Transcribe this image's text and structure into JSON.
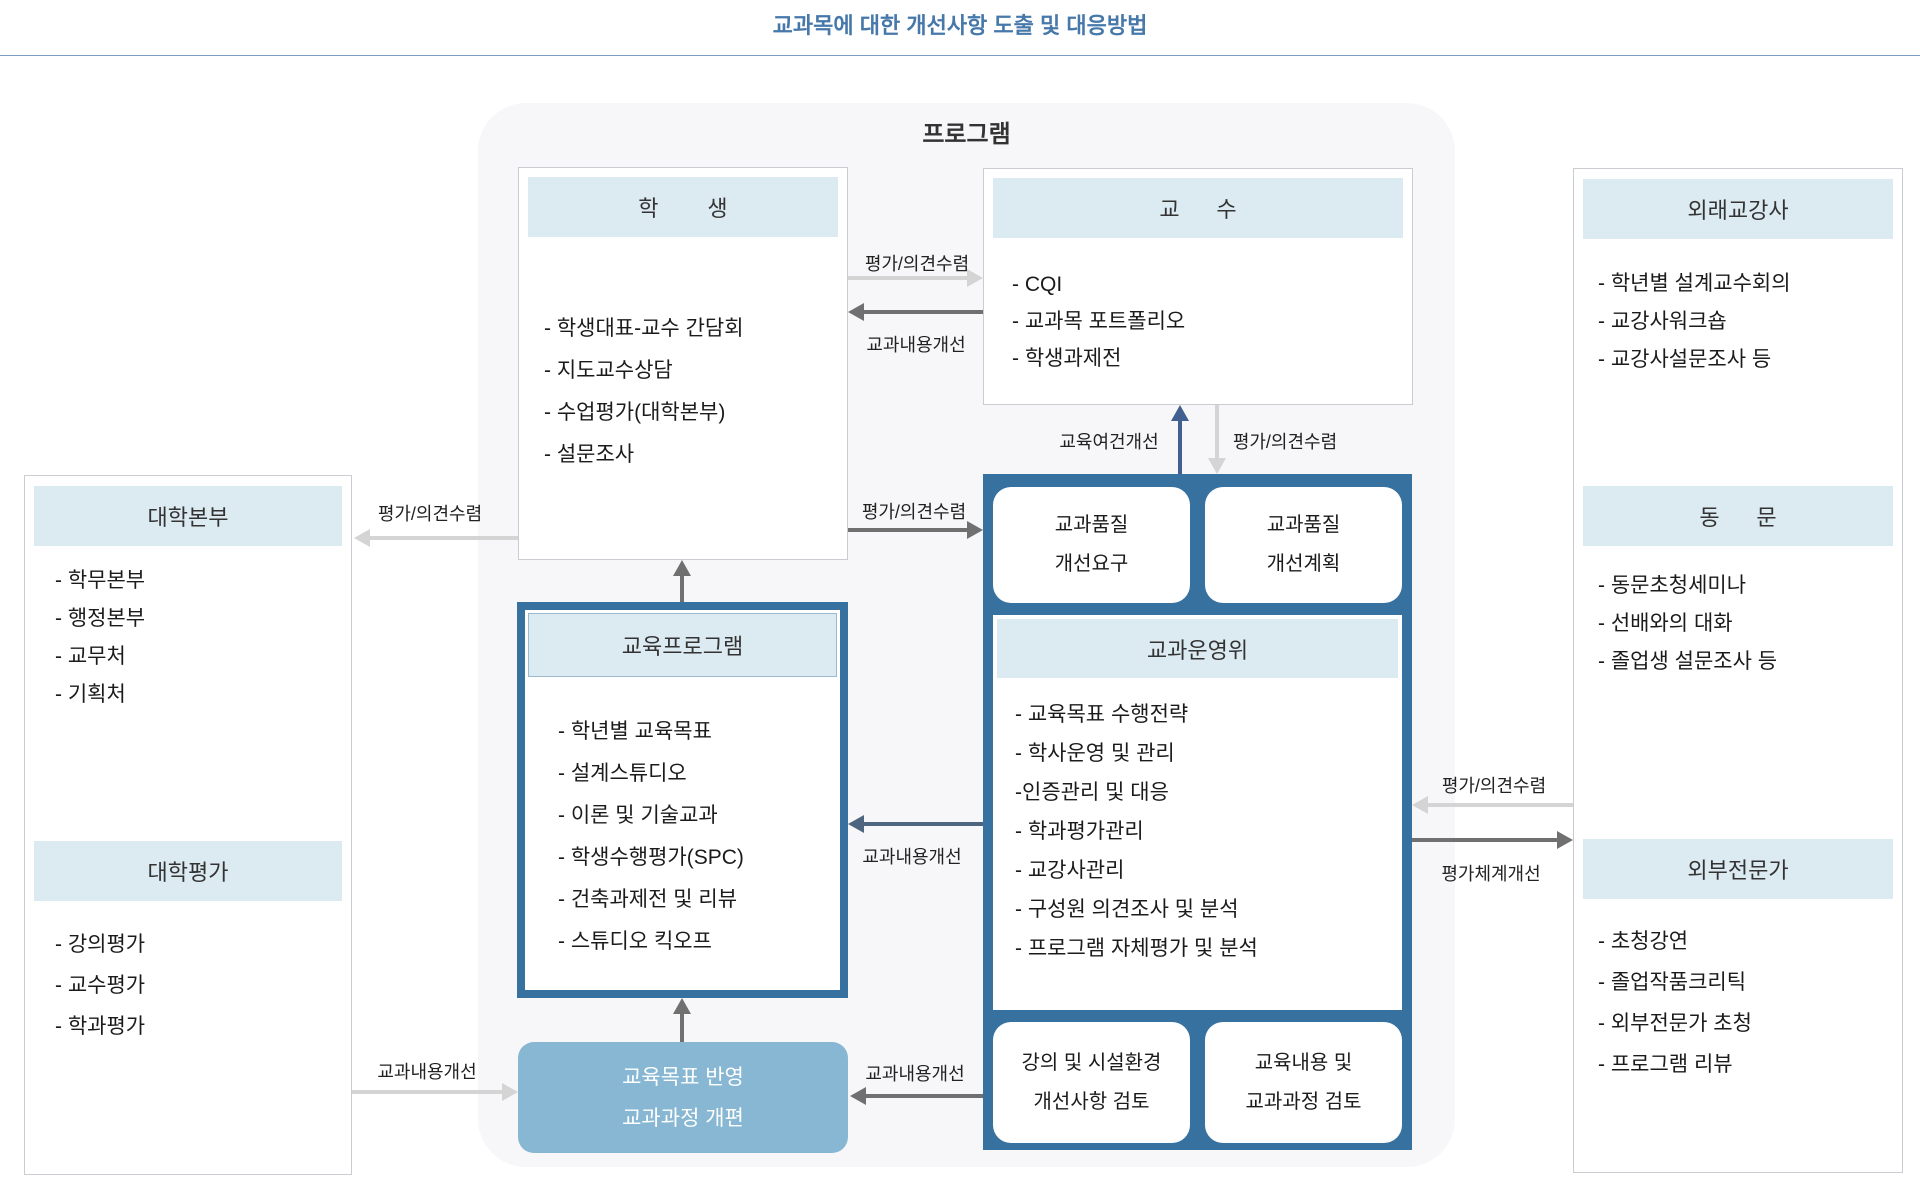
{
  "title": "교과목에 대한 개선사항 도출 및 대응방법",
  "program": {
    "label": "프로그램"
  },
  "boxes": {
    "student": {
      "header": "학        생",
      "items": [
        "- 학생대표-교수 간담회",
        "- 지도교수상담",
        "- 수업평가(대학본부)",
        "- 설문조사"
      ]
    },
    "professor": {
      "header": "교      수",
      "items": [
        "- CQI",
        "- 교과목 포트폴리오",
        "- 학생과제전"
      ]
    },
    "university_hq": {
      "header": "대학본부",
      "items": [
        "- 학무본부",
        "- 행정본부",
        "- 교무처",
        "- 기획처"
      ]
    },
    "university_eval": {
      "header": "대학평가",
      "items": [
        "- 강의평가",
        "- 교수평가",
        "- 학과평가"
      ]
    },
    "edu_program": {
      "header": "교육프로그램",
      "items": [
        "- 학년별 교육목표",
        "- 설계스튜디오",
        "- 이론 및 기술교과",
        "- 학생수행평가(SPC)",
        "- 건축과제전 및 리뷰",
        "- 스튜디오 킥오프"
      ]
    },
    "course_committee": {
      "header": "교과운영위",
      "items": [
        "- 교육목표 수행전략",
        "- 학사운영 및 관리",
        "-인증관리 및 대응",
        "- 학과평가관리",
        "- 교강사관리",
        "- 구성원 의견조사 및 분석",
        "- 프로그램 자체평가 및 분석"
      ]
    },
    "quality_request": {
      "lines": [
        "교과품질",
        "개선요구"
      ]
    },
    "quality_plan": {
      "lines": [
        "교과품질",
        "개선계획"
      ]
    },
    "lecture_facility_review": {
      "lines": [
        "강의 및 시설환경",
        "개선사항 검토"
      ]
    },
    "edu_content_review": {
      "lines": [
        "교육내용 및",
        "교과과정 검토"
      ]
    },
    "curriculum_reform": {
      "lines": [
        "교육목표 반영",
        "교과과정 개편"
      ]
    },
    "external_lecturer": {
      "header": "외래교강사",
      "items": [
        "- 학년별 설계교수회의",
        "- 교강사워크숍",
        "- 교강사설문조사 등"
      ]
    },
    "alumni": {
      "header": "동      문",
      "items": [
        "- 동문초청세미나",
        "- 선배와의 대화",
        "- 졸업생 설문조사 등"
      ]
    },
    "external_expert": {
      "header": "외부전문가",
      "items": [
        "- 초청강연",
        "- 졸업작품크리틱",
        "- 외부전문가 초청",
        "- 프로그램 리뷰"
      ]
    }
  },
  "arrows": {
    "student_to_professor": "평가/의견수렴",
    "professor_to_student": "교과내용개선",
    "student_to_hq": "평가/의견수렴",
    "student_to_committee": "평가/의견수렴",
    "committee_to_professor": "교육여건개선",
    "professor_to_committee": "평가/의견수렴",
    "committee_to_eduprogram": "교과내용개선",
    "committee_to_reform": "교과내용개선",
    "eval_to_reform": "교과내용개선",
    "right_to_committee": "평가/의견수렴",
    "committee_to_right": "평가체계개선"
  },
  "colors": {
    "accent_blue": "#36719f",
    "header_band": "#dceaf2",
    "reform_fill": "#87b7d2",
    "title_blue": "#4678aa",
    "container_bg": "#f7f7f9",
    "arrow_light": "#d4d4d4",
    "arrow_dark": "#707070",
    "arrow_slate": "#4e6580",
    "arrow_navy": "#41608f"
  }
}
